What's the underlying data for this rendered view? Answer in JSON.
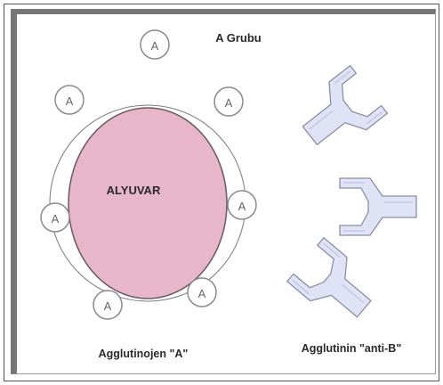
{
  "diagram": {
    "group_title": "A Grubu",
    "cell_label": "ALYUVAR",
    "antigen_letter": "A",
    "antigen_caption": "Agglutinojen \"A\"",
    "antibody_caption": "Agglutinin \"anti-B\""
  },
  "colors": {
    "cell_fill": "#e7b6c8",
    "cell_outline": "#6a5a60",
    "antigen_outline": "#8a8a8a",
    "antibody_fill": "#dfe3f5",
    "antibody_outline": "#8a8ea6",
    "text": "#2a2a2a"
  }
}
